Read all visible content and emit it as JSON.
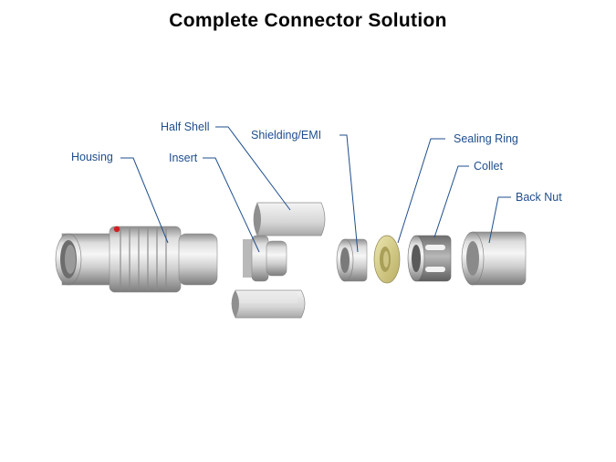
{
  "title": "Complete Connector Solution",
  "labels": {
    "half_shell": "Half Shell",
    "shielding": "Shielding/EMI",
    "sealing_ring": "Sealing Ring",
    "housing": "Housing",
    "insert": "Insert",
    "collet": "Collet",
    "back_nut": "Back Nut"
  },
  "colors": {
    "label": "#1f4e8c",
    "metal": "#c8c8c8",
    "pins": "#d4b430",
    "seal": "#d8cf8a"
  }
}
